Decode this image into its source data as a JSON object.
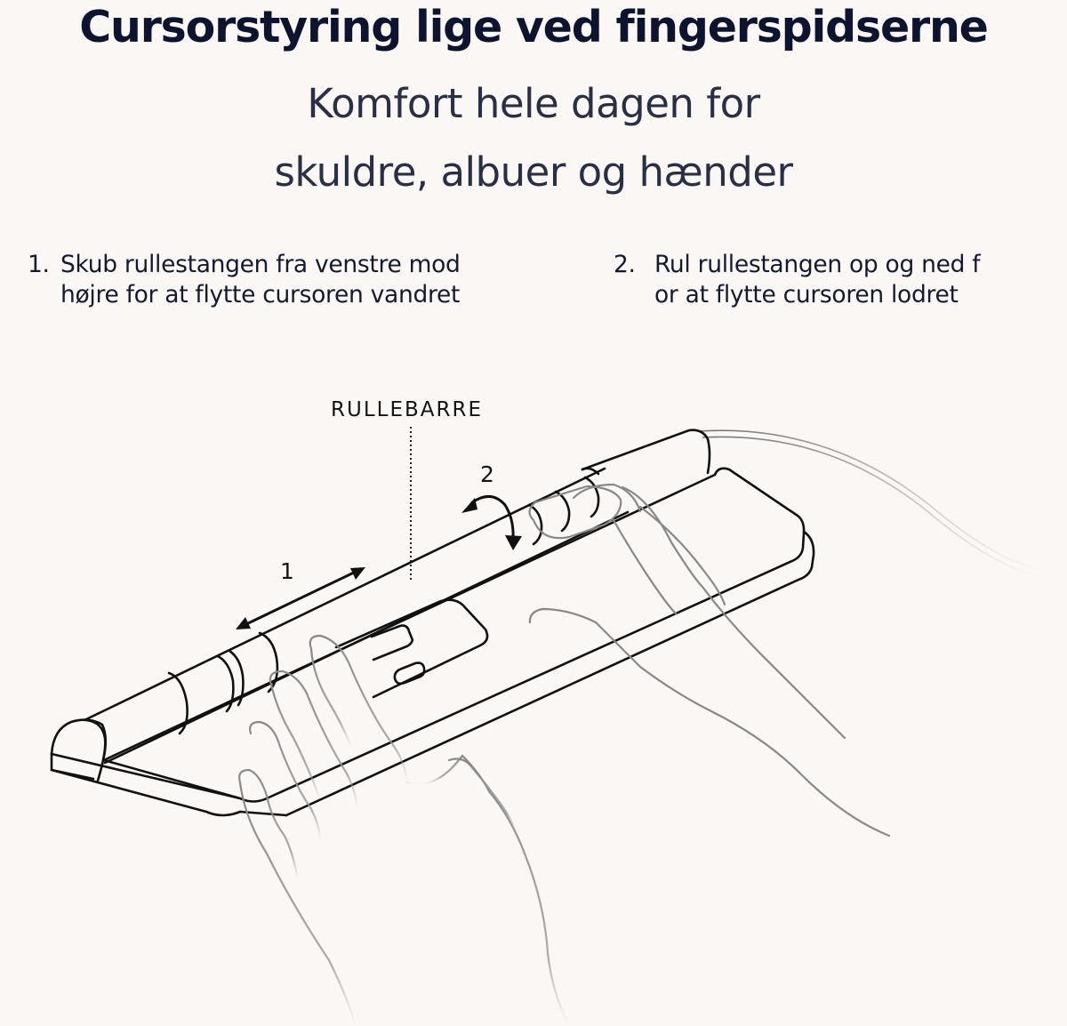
{
  "header": {
    "title": "Cursorstyring lige ved fingerspidserne",
    "subtitle_line_1": "Komfort hele dagen for",
    "subtitle_line_2": "skuldre, albuer og hænder"
  },
  "steps": [
    {
      "number": "1.",
      "line_1": "Skub rullestangen fra venstre mod",
      "line_2": "højre for at flytte cursoren vandret"
    },
    {
      "number": "2.",
      "line_1": "Rul rullestangen op og ned f",
      "line_2": "or at flytte cursoren lodret"
    }
  ],
  "illustration": {
    "callout_label": "RULLEBARRE",
    "arrow_1_label": "1",
    "arrow_2_label": "2",
    "arrow_1_icon": "double-headed-horizontal-arrow-icon",
    "arrow_2_icon": "curved-rotation-arrow-icon",
    "device": "rollerbar-mouse",
    "colors": {
      "background": "#faf7f5",
      "device_line": "#111111",
      "hand_line": "#888888",
      "title": "#0d1430",
      "subtitle": "#2a2f48"
    }
  }
}
